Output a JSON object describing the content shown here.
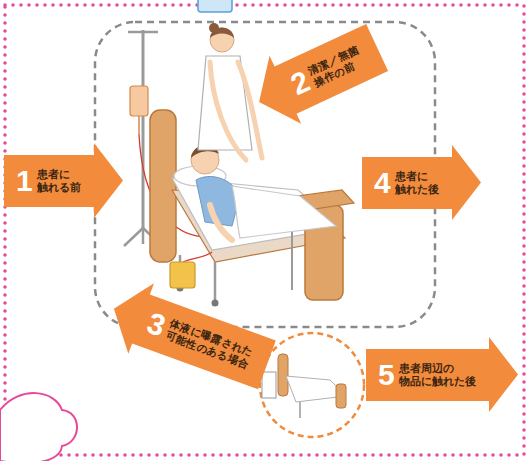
{
  "diagram": {
    "nodes": [
      {
        "text": [
          "1",
          "患者に 触れる前"
        ]
      },
      {
        "text": [
          "2",
          "清潔／無菌 操作の前"
        ]
      },
      {
        "text": [
          "3",
          "体液に曝露された 可能性のある場合"
        ]
      },
      {
        "text": [
          "4",
          "患者に 触れた後"
        ]
      },
      {
        "text": [
          "5",
          "患者周辺の 物品に触れた後"
        ]
      }
    ]
  }
}
